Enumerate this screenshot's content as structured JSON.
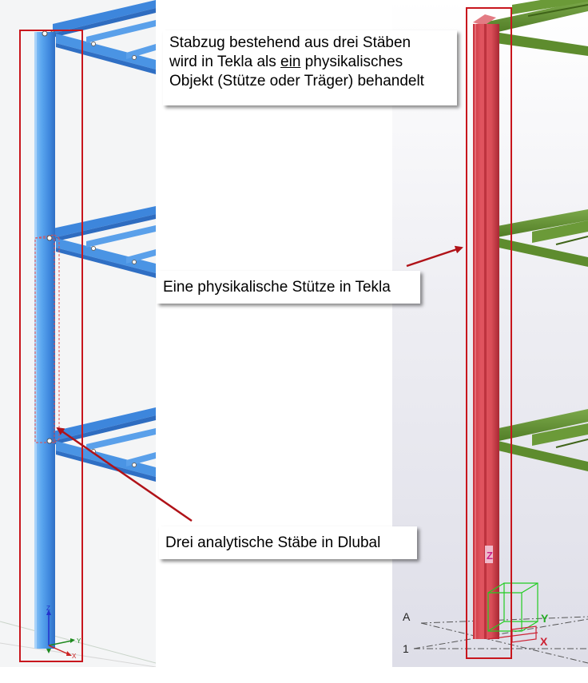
{
  "callouts": {
    "top": {
      "line1": "Stabzug bestehend aus drei Stäben",
      "line2_before": "wird in Tekla als ",
      "line2_underlined": "ein",
      "line2_after": " physikalisches",
      "line3": "Objekt (Stütze oder Träger) behandelt"
    },
    "middle": "Eine physikalische Stütze in Tekla",
    "bottom": "Drei analytische Stäbe in Dlubal"
  },
  "left_view": {
    "axes": {
      "z": "Z",
      "y": "Y",
      "x": "X"
    }
  },
  "right_view": {
    "grid_labels": {
      "a": "A",
      "one": "1"
    },
    "axes": {
      "z": "Z",
      "y": "Y",
      "x": "X"
    }
  },
  "colors": {
    "dlubal_member": "#4a94e4",
    "tekla_column": "#d94d57",
    "tekla_beams": "#5e8c2e",
    "highlight_frame": "#c8161d",
    "arrow": "#b01218"
  }
}
